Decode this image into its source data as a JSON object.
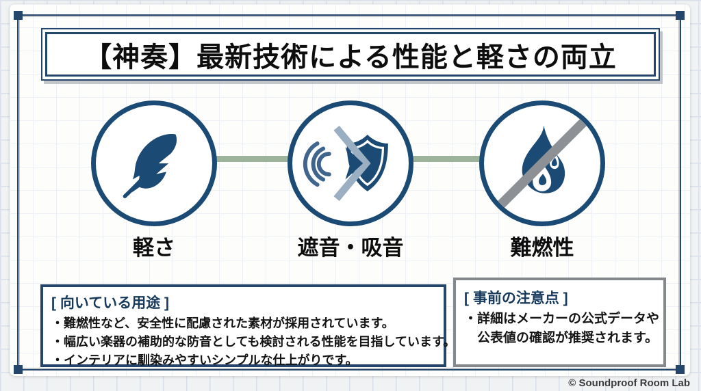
{
  "header": {
    "title": "【神奏】最新技術による性能と軽さの両立"
  },
  "features": [
    {
      "label": "軽さ",
      "icon": "feather-icon"
    },
    {
      "label": "遮音・吸音",
      "icon": "sound-shield-icon"
    },
    {
      "label": "難燃性",
      "icon": "no-flame-icon"
    }
  ],
  "suitable_uses_box": {
    "heading": "[ 向いている用途 ]",
    "bullets": [
      "・難燃性など、安全性に配慮された素材が採用されています。",
      "・幅広い楽器の補助的な防音としても検討される性能を目指しています。",
      "・インテリアに馴染みやすいシンプルな仕上がりです。"
    ]
  },
  "cautions_box": {
    "heading": "[ 事前の注意点 ]",
    "bullet_lines": [
      "・詳細はメーカーの公式データや",
      "公表値の確認が推奨されます。"
    ]
  },
  "footer": {
    "credit": "© Soundproof Room Lab"
  },
  "colors": {
    "navy": "#1b4a74",
    "frame_navy": "#24466b",
    "connector_sage": "#9eb39b",
    "caution_border_gray": "#85898c",
    "slash_gray": "#8d9195",
    "wave_blue": "#3f658e",
    "chevron_light": "#9bafc2",
    "grid_line": "#d9e0ea"
  }
}
